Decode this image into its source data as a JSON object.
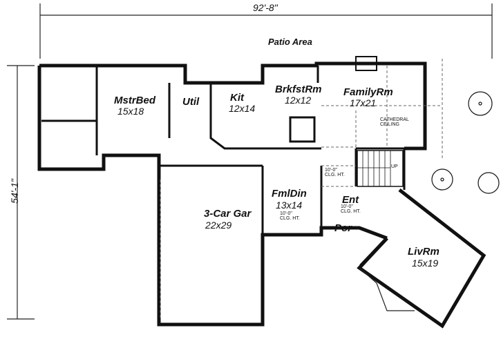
{
  "dimensions": {
    "width_label": "92'-8\"",
    "depth_label": "54'-1\""
  },
  "patio": {
    "label": "Patio Area"
  },
  "rooms": {
    "master_bed": {
      "name": "MstrBed",
      "size": "15x18"
    },
    "utility": {
      "name": "Util"
    },
    "kitchen": {
      "name": "Kit",
      "size": "12x14"
    },
    "breakfast": {
      "name": "BrkfstRm",
      "size": "12x12"
    },
    "family": {
      "name": "FamilyRm",
      "size": "17x21",
      "note": "CATHEDRAL CEILING"
    },
    "dining": {
      "name": "FmlDin",
      "size": "13x14",
      "note": "10'-0\" CLG. HT."
    },
    "garage": {
      "name": "3-Car Gar",
      "size": "22x29"
    },
    "entry": {
      "name": "Ent",
      "note": "10'-0\" CLG. HT."
    },
    "porch": {
      "name": "Por"
    },
    "living": {
      "name": "LivRm",
      "size": "15x19"
    }
  },
  "hall_note": "10'-0\" CLG. HT.",
  "stairs_label": "UP"
}
